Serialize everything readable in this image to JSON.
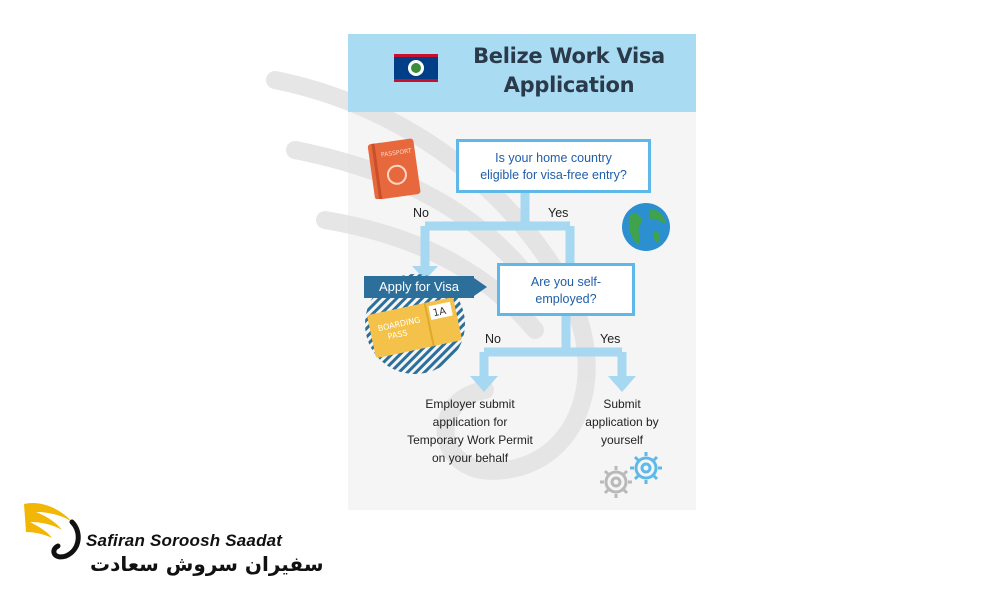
{
  "title": {
    "line1": "Belize Work Visa",
    "line2": "Application"
  },
  "question1": {
    "line1": "Is your home country",
    "line2": "eligible for visa-free entry?"
  },
  "branch1": {
    "no": "No",
    "yes": "Yes"
  },
  "apply_visa": "Apply for Visa",
  "boarding_pass": {
    "text1": "BOARDING",
    "text2": "PASS",
    "seat": "1A"
  },
  "passport_text": "PASSPORT",
  "question2": {
    "line1": "Are you self-",
    "line2": "employed?"
  },
  "branch2": {
    "no": "No",
    "yes": "Yes"
  },
  "result_employer": {
    "line1": "Employer submit",
    "line2": "application for",
    "line3": "Temporary Work Permit",
    "line4": "on your behalf"
  },
  "result_self": {
    "line1": "Submit",
    "line2": "application by",
    "line3": "yourself"
  },
  "brand": {
    "english": "Safiran Soroosh Saadat",
    "persian": "سفیران سروش سعادت"
  },
  "colors": {
    "title_bg": "#a9dcf3",
    "box_border": "#5fb9e8",
    "question_text": "#1f5ea8",
    "apply_bg": "#2c6f9b",
    "logo_gold": "#f2b705"
  }
}
